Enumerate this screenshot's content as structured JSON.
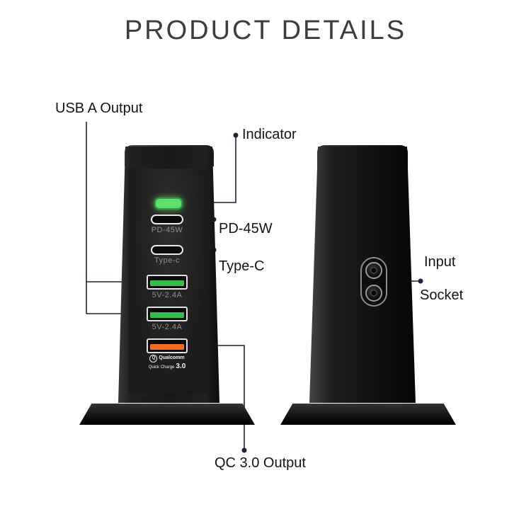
{
  "title": "PRODUCT DETAILS",
  "callouts": {
    "usb_a_output": "USB A Output",
    "indicator": "Indicator",
    "pd_45w": "PD-45W",
    "type_c": "Type-C",
    "input": "Input",
    "socket": "Socket",
    "qc_output": "QC 3.0 Output"
  },
  "front_device": {
    "ports": [
      {
        "type": "usb-c",
        "label": "PD-45W"
      },
      {
        "type": "usb-c",
        "label": "Type-c"
      },
      {
        "type": "usb-a",
        "label": "5V-2.4A"
      },
      {
        "type": "usb-a",
        "label": "5V-2.4A"
      }
    ],
    "qc_logo": {
      "brand": "Qualcomm",
      "charge": "Quick Charge",
      "version": "3.0"
    }
  },
  "colors": {
    "led_green": "#5ee06a",
    "usb_tongue_green": "#2fbf4a",
    "qc_tongue_orange": "#f26a1b",
    "callout_line": "#1c2236",
    "device_black": "#181818"
  }
}
